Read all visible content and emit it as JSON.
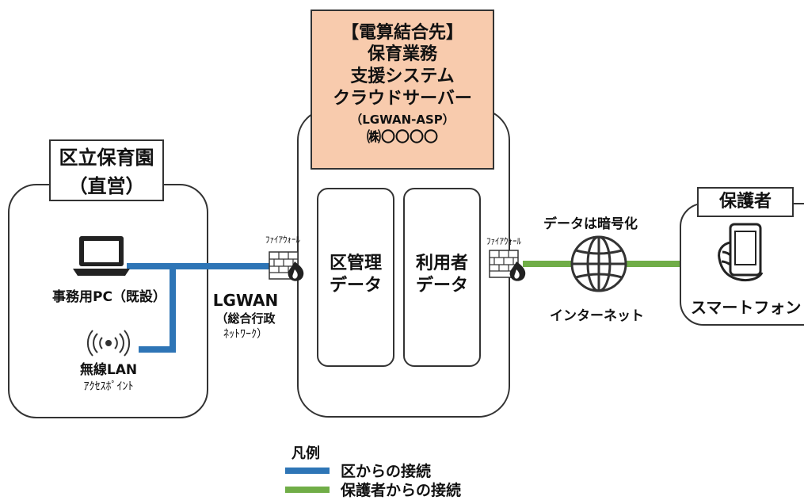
{
  "nursery": {
    "title_line1": "区立保育園",
    "title_line2": "（直営）",
    "pc_label": "事務用PC（既設）",
    "ap_label_line1": "無線LAN",
    "ap_label_line2": "ｱｸｾｽﾎﾟｲﾝﾄ"
  },
  "network": {
    "lgwan_label": "LGWAN",
    "lgwan_sub_line1": "（総合行政",
    "lgwan_sub_line2": "ﾈｯﾄﾜｰｸ）",
    "firewall_left": "ﾌｧｲｱｳｫｰﾙ",
    "firewall_right": "ﾌｧｲｱｳｫｰﾙ",
    "encryption_label": "データは暗号化",
    "internet_label": "インターネット"
  },
  "cloud": {
    "header_line1": "【電算結合先】",
    "header_line2": "保育業務",
    "header_line3": "支援システム",
    "header_line4": "クラウドサーバー",
    "header_line5": "（LGWAN-ASP）",
    "header_line6": "㈱〇〇〇〇",
    "panel_left_line1": "区管理",
    "panel_left_line2": "データ",
    "panel_right_line1": "利用者",
    "panel_right_line2": "データ"
  },
  "guardian": {
    "title": "保護者",
    "device_label": "スマートフォン"
  },
  "legend": {
    "title": "凡例",
    "items": [
      {
        "label": "区からの接続",
        "color": "#2e75b6"
      },
      {
        "label": "保護者からの接続",
        "color": "#70ad47"
      }
    ]
  },
  "colors": {
    "blue_line": "#2e75b6",
    "green_line": "#70ad47",
    "cloud_header_fill": "#f8cbad"
  },
  "icons": [
    "laptop-icon",
    "wifi-icon",
    "firewall-icon",
    "globe-icon",
    "smartphone-icon"
  ]
}
